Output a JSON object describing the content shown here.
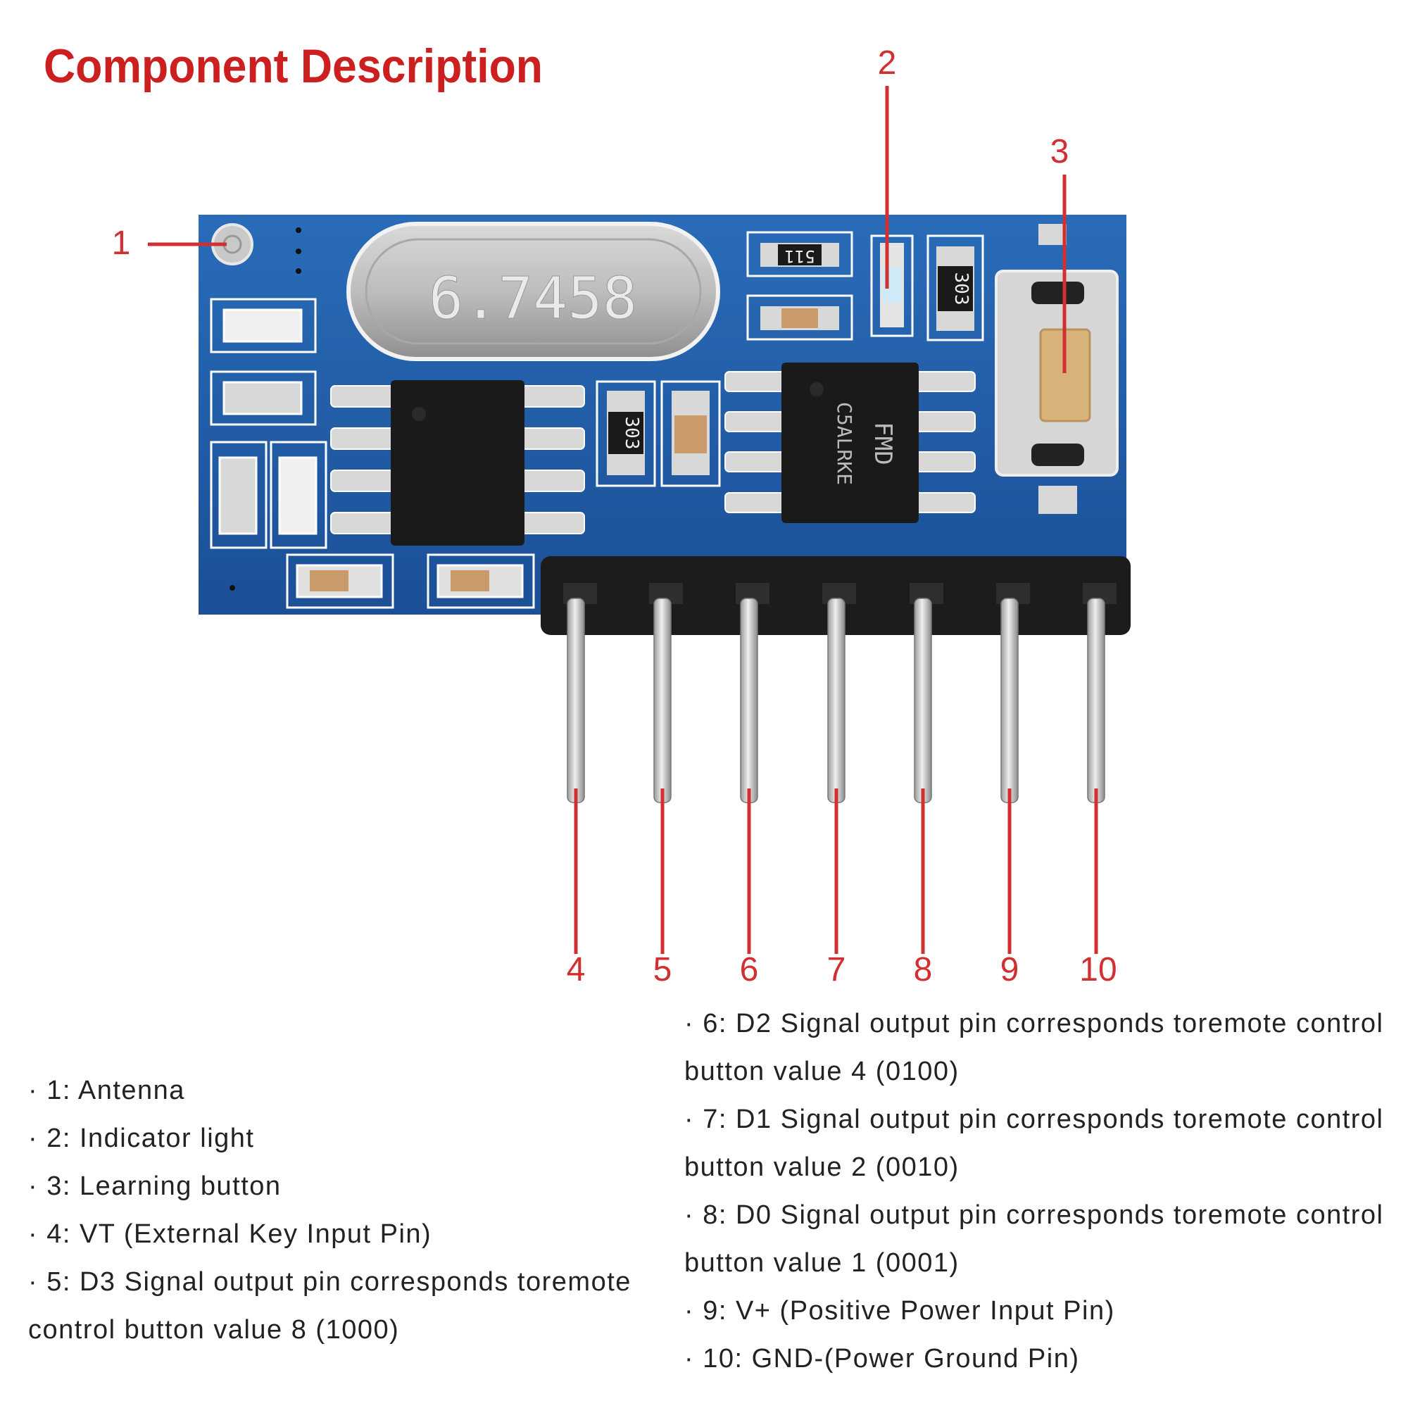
{
  "title": "Component Description",
  "component_markings": {
    "crystal": "6.7458",
    "decoder_chip_line1": "FMD",
    "decoder_chip_line2": "C5ALRKE",
    "resistor_top": "511",
    "resistor_right": "303",
    "resistor_mid": "303"
  },
  "callouts": [
    "1",
    "2",
    "3",
    "4",
    "5",
    "6",
    "7",
    "8",
    "9",
    "10"
  ],
  "left_descriptions": [
    "· 1: Antenna",
    "· 2: Indicator light",
    "· 3: Learning button",
    "· 4: VT (External Key Input Pin)",
    "· 5: D3 Signal output pin corresponds toremote control button value 8 (1000)"
  ],
  "right_descriptions": [
    "· 6: D2 Signal output pin corresponds toremote control button value 4 (0100)",
    "· 7: D1 Signal output pin corresponds toremote control button value 2 (0010)",
    "· 8: D0 Signal output pin corresponds toremote control button value 1 (0001)",
    "· 9: V+ (Positive Power Input Pin)",
    "· 10: GND-(Power Ground Pin)"
  ],
  "colors": {
    "title": "#cc2020",
    "callout": "#d23030",
    "pcb": "#1f5da8",
    "text": "#222222"
  }
}
